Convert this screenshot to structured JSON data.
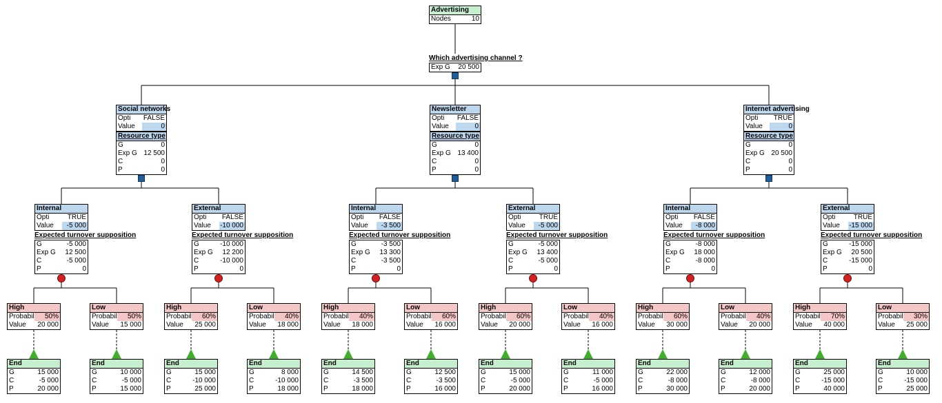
{
  "labels": {
    "opti": "Opti",
    "value": "Value",
    "probability": "Probabil",
    "g": "G",
    "exp_g": "Exp G",
    "c": "C",
    "p": "P",
    "nodes": "Nodes",
    "end": "End"
  },
  "colors": {
    "green": "#c6efce",
    "blue": "#bdd7ee",
    "pink": "#f5c6c6",
    "decision": "#1f5c99",
    "chance": "#d42020",
    "end": "#3fae2a"
  },
  "root": {
    "title": "Advertising",
    "nodes_count": "10"
  },
  "decision": {
    "question": "Which advertising channel ?",
    "exp_g": "20 500"
  },
  "channels": [
    {
      "name": "Social networks",
      "opti": "FALSE",
      "value": "0",
      "section": "Resource type",
      "g": "0",
      "exp_g": "12 500",
      "c": "0",
      "p": "0"
    },
    {
      "name": "Newsletter",
      "opti": "FALSE",
      "value": "0",
      "section": "Resource type",
      "g": "0",
      "exp_g": "13 400",
      "c": "0",
      "p": "0"
    },
    {
      "name": "Internet advertising",
      "opti": "TRUE",
      "value": "0",
      "section": "Resource type",
      "g": "0",
      "exp_g": "20 500",
      "c": "0",
      "p": "0"
    }
  ],
  "options": [
    {
      "name": "Internal",
      "opti": "TRUE",
      "value": "-5 000",
      "section": "Expected turnover supposition",
      "g": "-5 000",
      "exp_g": "12 500",
      "c": "-5 000",
      "p": "0"
    },
    {
      "name": "External",
      "opti": "FALSE",
      "value": "-10 000",
      "section": "Expected turnover supposition",
      "g": "-10 000",
      "exp_g": "12 200",
      "c": "-10 000",
      "p": "0"
    },
    {
      "name": "Internal",
      "opti": "FALSE",
      "value": "-3 500",
      "section": "Expected turnover supposition",
      "g": "-3 500",
      "exp_g": "13 300",
      "c": "-3 500",
      "p": "0"
    },
    {
      "name": "External",
      "opti": "TRUE",
      "value": "-5 000",
      "section": "Expected turnover supposition",
      "g": "-5 000",
      "exp_g": "13 400",
      "c": "-5 000",
      "p": "0"
    },
    {
      "name": "Internal",
      "opti": "FALSE",
      "value": "-8 000",
      "section": "Expected turnover supposition",
      "g": "-8 000",
      "exp_g": "18 000",
      "c": "-8 000",
      "p": "0"
    },
    {
      "name": "External",
      "opti": "TRUE",
      "value": "-15 000",
      "section": "Expected turnover supposition",
      "g": "-15 000",
      "exp_g": "20 500",
      "c": "-15 000",
      "p": "0"
    }
  ],
  "outcomes": [
    {
      "name": "High",
      "probability": "50%",
      "value": "20 000"
    },
    {
      "name": "Low",
      "probability": "50%",
      "value": "15 000"
    },
    {
      "name": "High",
      "probability": "60%",
      "value": "25 000"
    },
    {
      "name": "Low",
      "probability": "40%",
      "value": "18 000"
    },
    {
      "name": "High",
      "probability": "40%",
      "value": "18 000"
    },
    {
      "name": "Low",
      "probability": "60%",
      "value": "16 000"
    },
    {
      "name": "High",
      "probability": "60%",
      "value": "20 000"
    },
    {
      "name": "Low",
      "probability": "40%",
      "value": "16 000"
    },
    {
      "name": "High",
      "probability": "60%",
      "value": "30 000"
    },
    {
      "name": "Low",
      "probability": "40%",
      "value": "20 000"
    },
    {
      "name": "High",
      "probability": "70%",
      "value": "40 000"
    },
    {
      "name": "Low",
      "probability": "30%",
      "value": "25 000"
    }
  ],
  "ends": [
    {
      "g": "15 000",
      "c": "-5 000",
      "p": "20 000"
    },
    {
      "g": "10 000",
      "c": "-5 000",
      "p": "15 000"
    },
    {
      "g": "15 000",
      "c": "-10 000",
      "p": "25 000"
    },
    {
      "g": "8 000",
      "c": "-10 000",
      "p": "18 000"
    },
    {
      "g": "14 500",
      "c": "-3 500",
      "p": "18 000"
    },
    {
      "g": "12 500",
      "c": "-3 500",
      "p": "16 000"
    },
    {
      "g": "15 000",
      "c": "-5 000",
      "p": "20 000"
    },
    {
      "g": "11 000",
      "c": "-5 000",
      "p": "16 000"
    },
    {
      "g": "22 000",
      "c": "-8 000",
      "p": "30 000"
    },
    {
      "g": "12 000",
      "c": "-8 000",
      "p": "20 000"
    },
    {
      "g": "25 000",
      "c": "-15 000",
      "p": "40 000"
    },
    {
      "g": "10 000",
      "c": "-15 000",
      "p": "25 000"
    }
  ]
}
